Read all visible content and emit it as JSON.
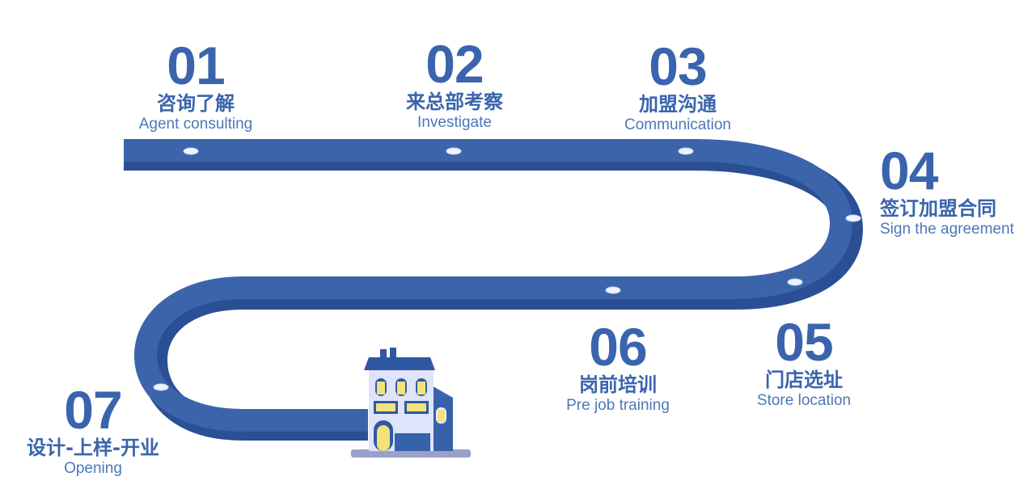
{
  "colors": {
    "road_top": "#3b64ab",
    "road_side": "#2a4f94",
    "accent": "#3a64ad"
  },
  "steps": [
    {
      "num": "01",
      "cn": "咨询了解",
      "en": "Agent consulting"
    },
    {
      "num": "02",
      "cn": "来总部考察",
      "en": "Investigate"
    },
    {
      "num": "03",
      "cn": "加盟沟通",
      "en": "Communication"
    },
    {
      "num": "04",
      "cn": "签订加盟合同",
      "en": "Sign the agreement"
    },
    {
      "num": "05",
      "cn": "门店选址",
      "en": "Store location"
    },
    {
      "num": "06",
      "cn": "岗前培训",
      "en": "Pre job training"
    },
    {
      "num": "07",
      "cn": "设计-上样-开业",
      "en": "Opening"
    }
  ],
  "icons": {
    "house": "house-icon",
    "marker": "road-light-icon"
  }
}
